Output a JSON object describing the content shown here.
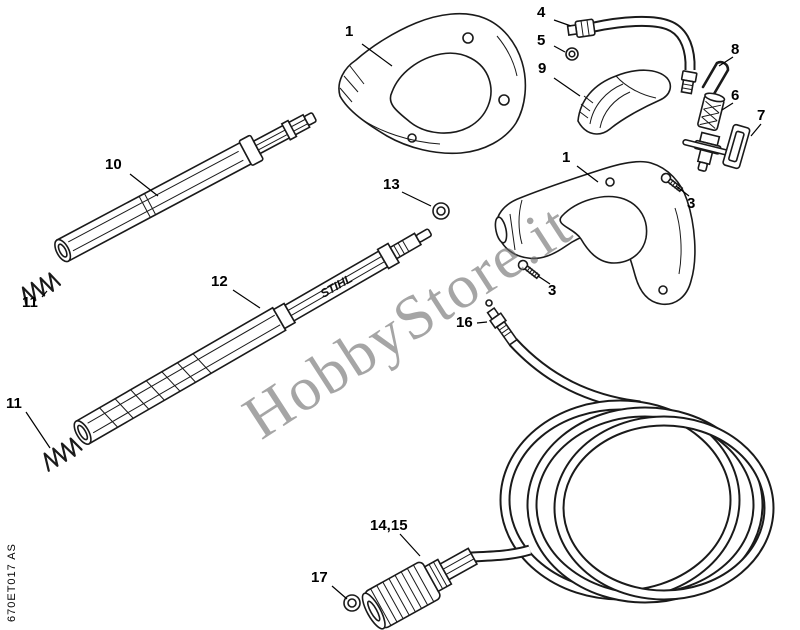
{
  "diagram": {
    "watermark": "HobbyStore.it",
    "doc_code": "670ET017 AS",
    "lance_logo": "STIHL",
    "labels": [
      "1",
      "4",
      "5",
      "8",
      "9",
      "6",
      "7",
      "1",
      "3",
      "10",
      "13",
      "12",
      "3",
      "11",
      "16",
      "11",
      "14,15",
      "17"
    ]
  }
}
